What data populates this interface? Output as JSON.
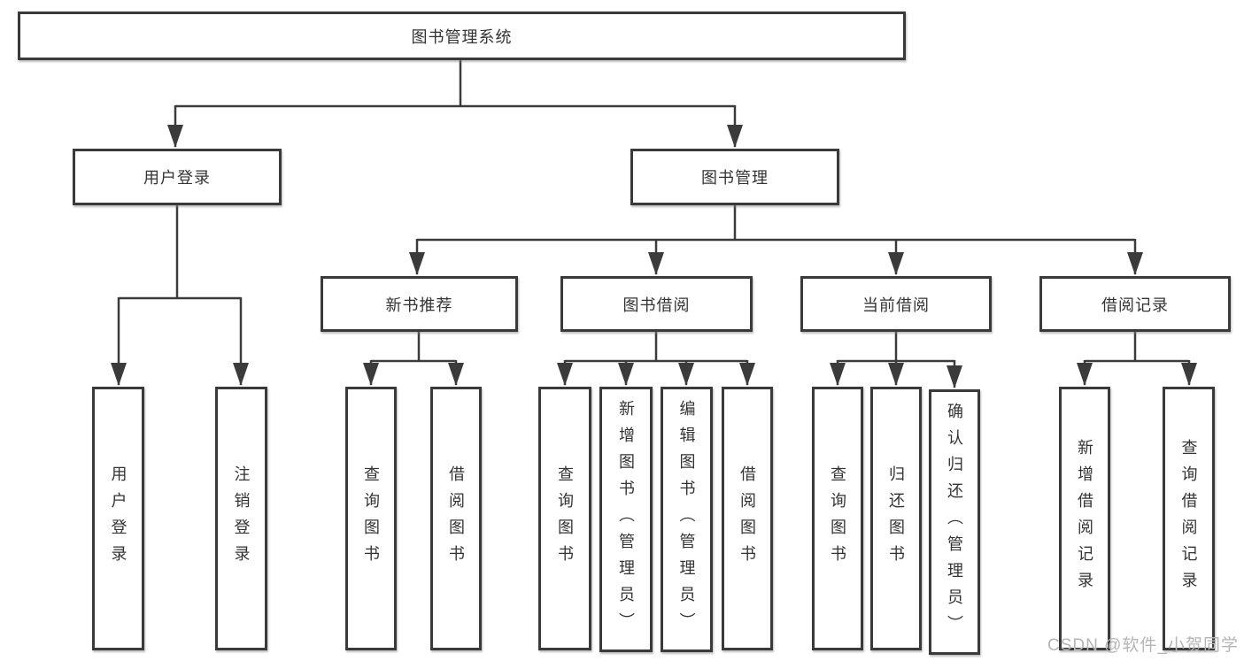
{
  "diagram": {
    "tree": {
      "label": "图书管理系统",
      "children": [
        {
          "label": "用户登录",
          "children": [
            {
              "label": "用户登录"
            },
            {
              "label": "注销登录"
            }
          ]
        },
        {
          "label": "图书管理",
          "children": [
            {
              "label": "新书推荐",
              "children": [
                {
                  "label": "查询图书"
                },
                {
                  "label": "借阅图书"
                }
              ]
            },
            {
              "label": "图书借阅",
              "children": [
                {
                  "label": "查询图书"
                },
                {
                  "label": "新增图书（管理员）"
                },
                {
                  "label": "编辑图书（管理员）"
                },
                {
                  "label": "借阅图书"
                }
              ]
            },
            {
              "label": "当前借阅",
              "children": [
                {
                  "label": "查询图书"
                },
                {
                  "label": "归还图书"
                },
                {
                  "label": "确认归还（管理员）"
                }
              ]
            },
            {
              "label": "借阅记录",
              "children": [
                {
                  "label": "新增借阅记录"
                },
                {
                  "label": "查询借阅记录"
                }
              ]
            }
          ]
        }
      ]
    },
    "colors": {
      "line": "#3b3b3b",
      "border": "#3a3a3a",
      "text": "#333333",
      "background": "#ffffff",
      "watermark_color": "#b5b5b5"
    }
  },
  "watermark": {
    "text": "CSDN @软件_小贺同学"
  }
}
